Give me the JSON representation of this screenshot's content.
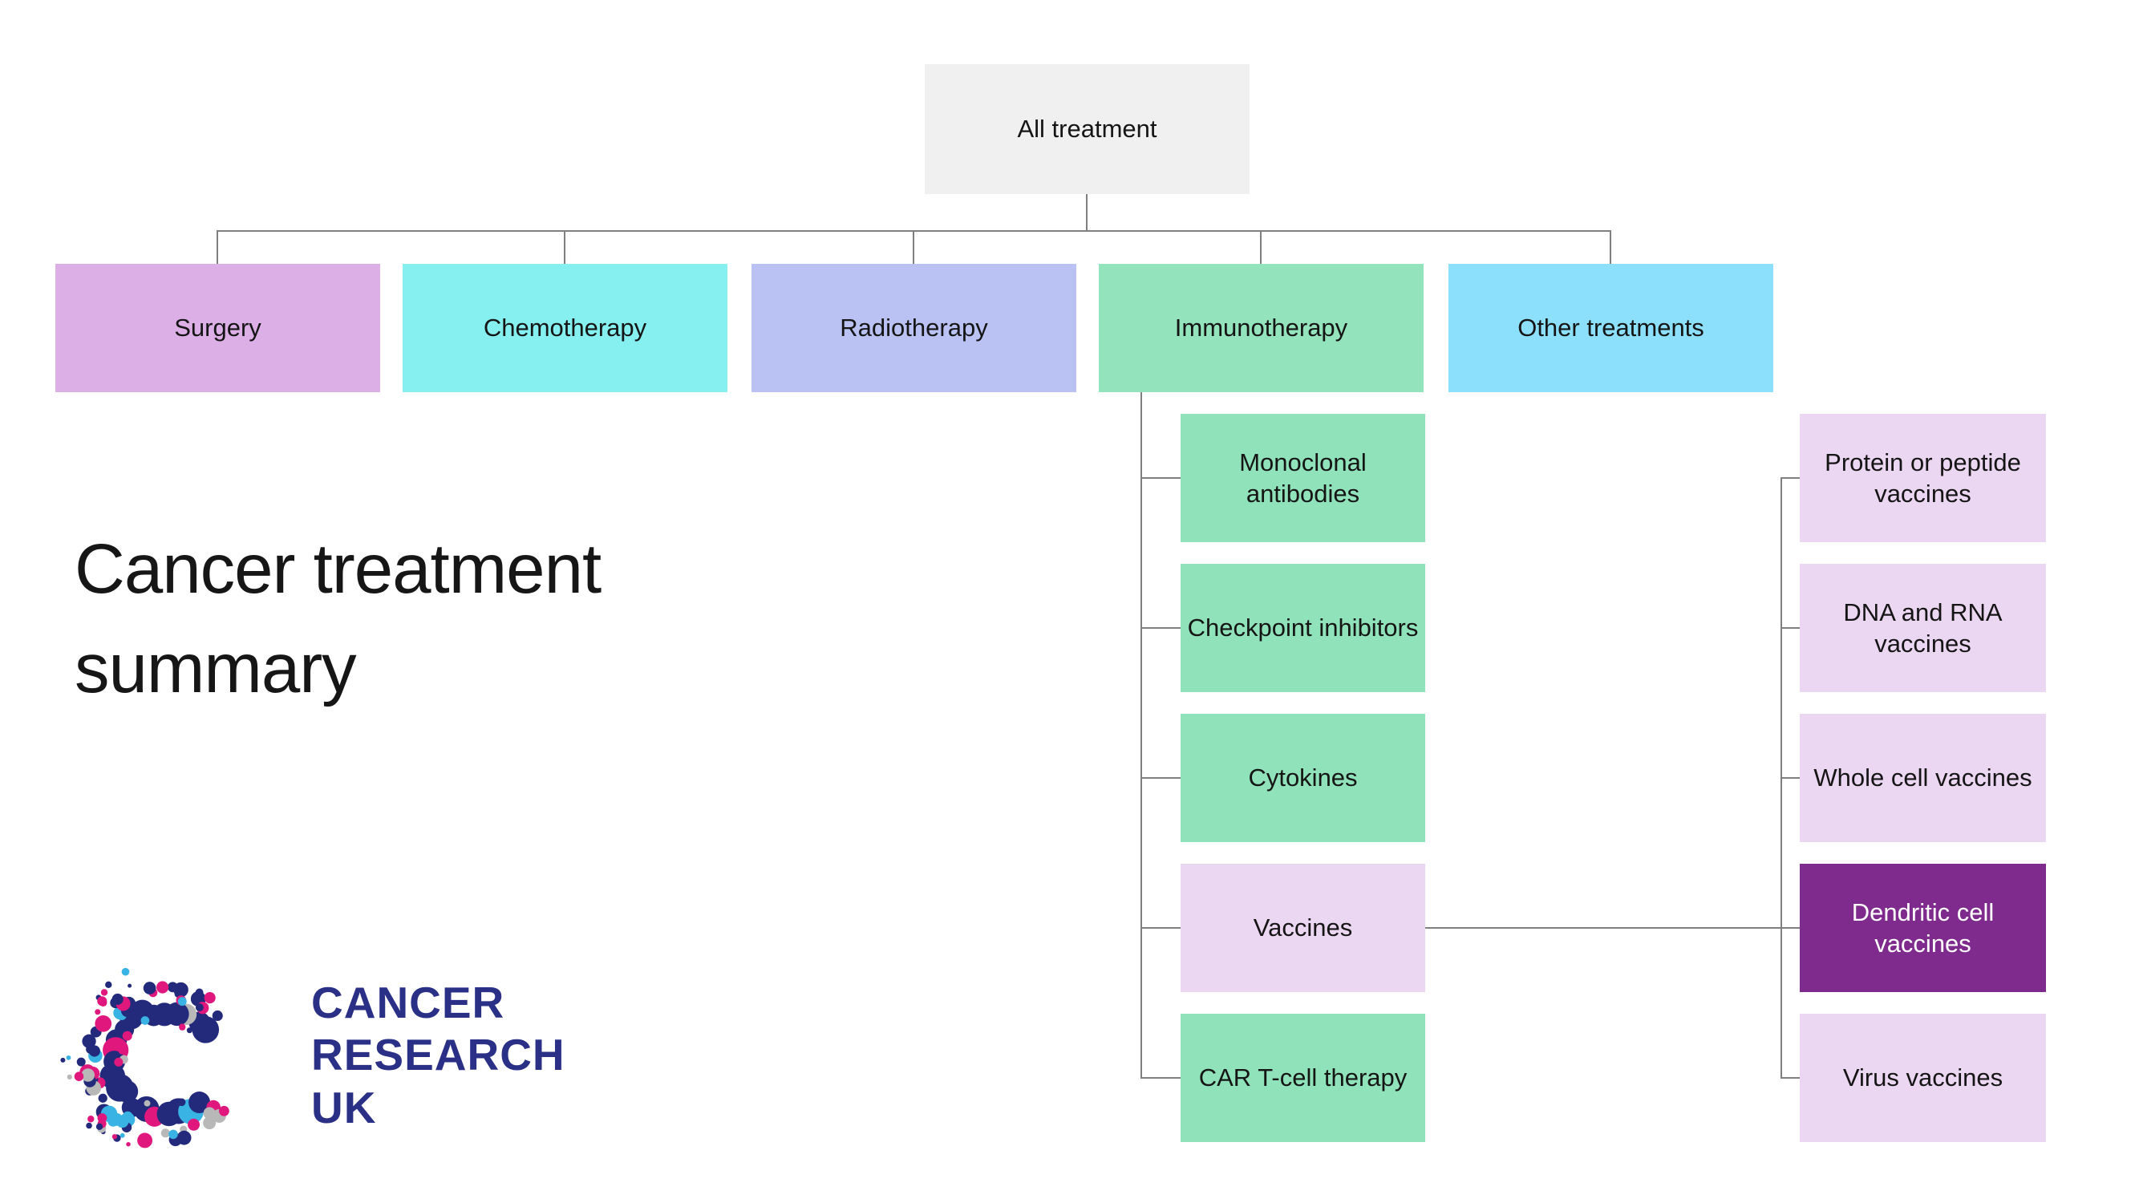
{
  "title": {
    "lines": [
      "Cancer treatment",
      "summary"
    ]
  },
  "nodes": {
    "root": {
      "label": "All treatment",
      "bg": "#f0f0f0",
      "fg": "#151515"
    },
    "level1": [
      {
        "label": "Surgery",
        "bg": "#dcb0e6",
        "fg": "#151515"
      },
      {
        "label": "Chemotherapy",
        "bg": "#86efef",
        "fg": "#151515"
      },
      {
        "label": "Radiotherapy",
        "bg": "#b9c2f2",
        "fg": "#151515"
      },
      {
        "label": "Immunotherapy",
        "bg": "#93e3bd",
        "fg": "#151515"
      },
      {
        "label": "Other treatments",
        "bg": "#8ce0fb",
        "fg": "#151515"
      }
    ],
    "immunotherapy_children": [
      {
        "label": "Monoclonal antibodies",
        "bg": "#90e2bb",
        "fg": "#151515"
      },
      {
        "label": "Checkpoint inhibitors",
        "bg": "#90e2bb",
        "fg": "#151515"
      },
      {
        "label": "Cytokines",
        "bg": "#90e2bb",
        "fg": "#151515"
      },
      {
        "label": "Vaccines",
        "bg": "#ecd7f2",
        "fg": "#151515"
      },
      {
        "label": "CAR T-cell therapy",
        "bg": "#90e2bb",
        "fg": "#151515"
      }
    ],
    "vaccines_children": [
      {
        "label": "Protein or peptide vaccines",
        "bg": "#ecd7f2",
        "fg": "#151515"
      },
      {
        "label": "DNA and RNA vaccines",
        "bg": "#ecd7f2",
        "fg": "#151515"
      },
      {
        "label": "Whole cell vaccines",
        "bg": "#ecd7f2",
        "fg": "#151515"
      },
      {
        "label": "Dendritic cell vaccines",
        "bg": "#7f2b8d",
        "fg": "#ffffff"
      },
      {
        "label": "Virus vaccines",
        "bg": "#ecd7f2",
        "fg": "#151515"
      }
    ]
  },
  "connector_color": "#7f7f7f",
  "logo": {
    "lines": [
      "CANCER",
      "RESEARCH",
      "UK"
    ],
    "text_color": "#2b3087",
    "dot_colors": {
      "navy": "#232a7c",
      "magenta": "#e0187d",
      "cyan": "#38b3e4",
      "gray": "#b8b8b8"
    }
  }
}
